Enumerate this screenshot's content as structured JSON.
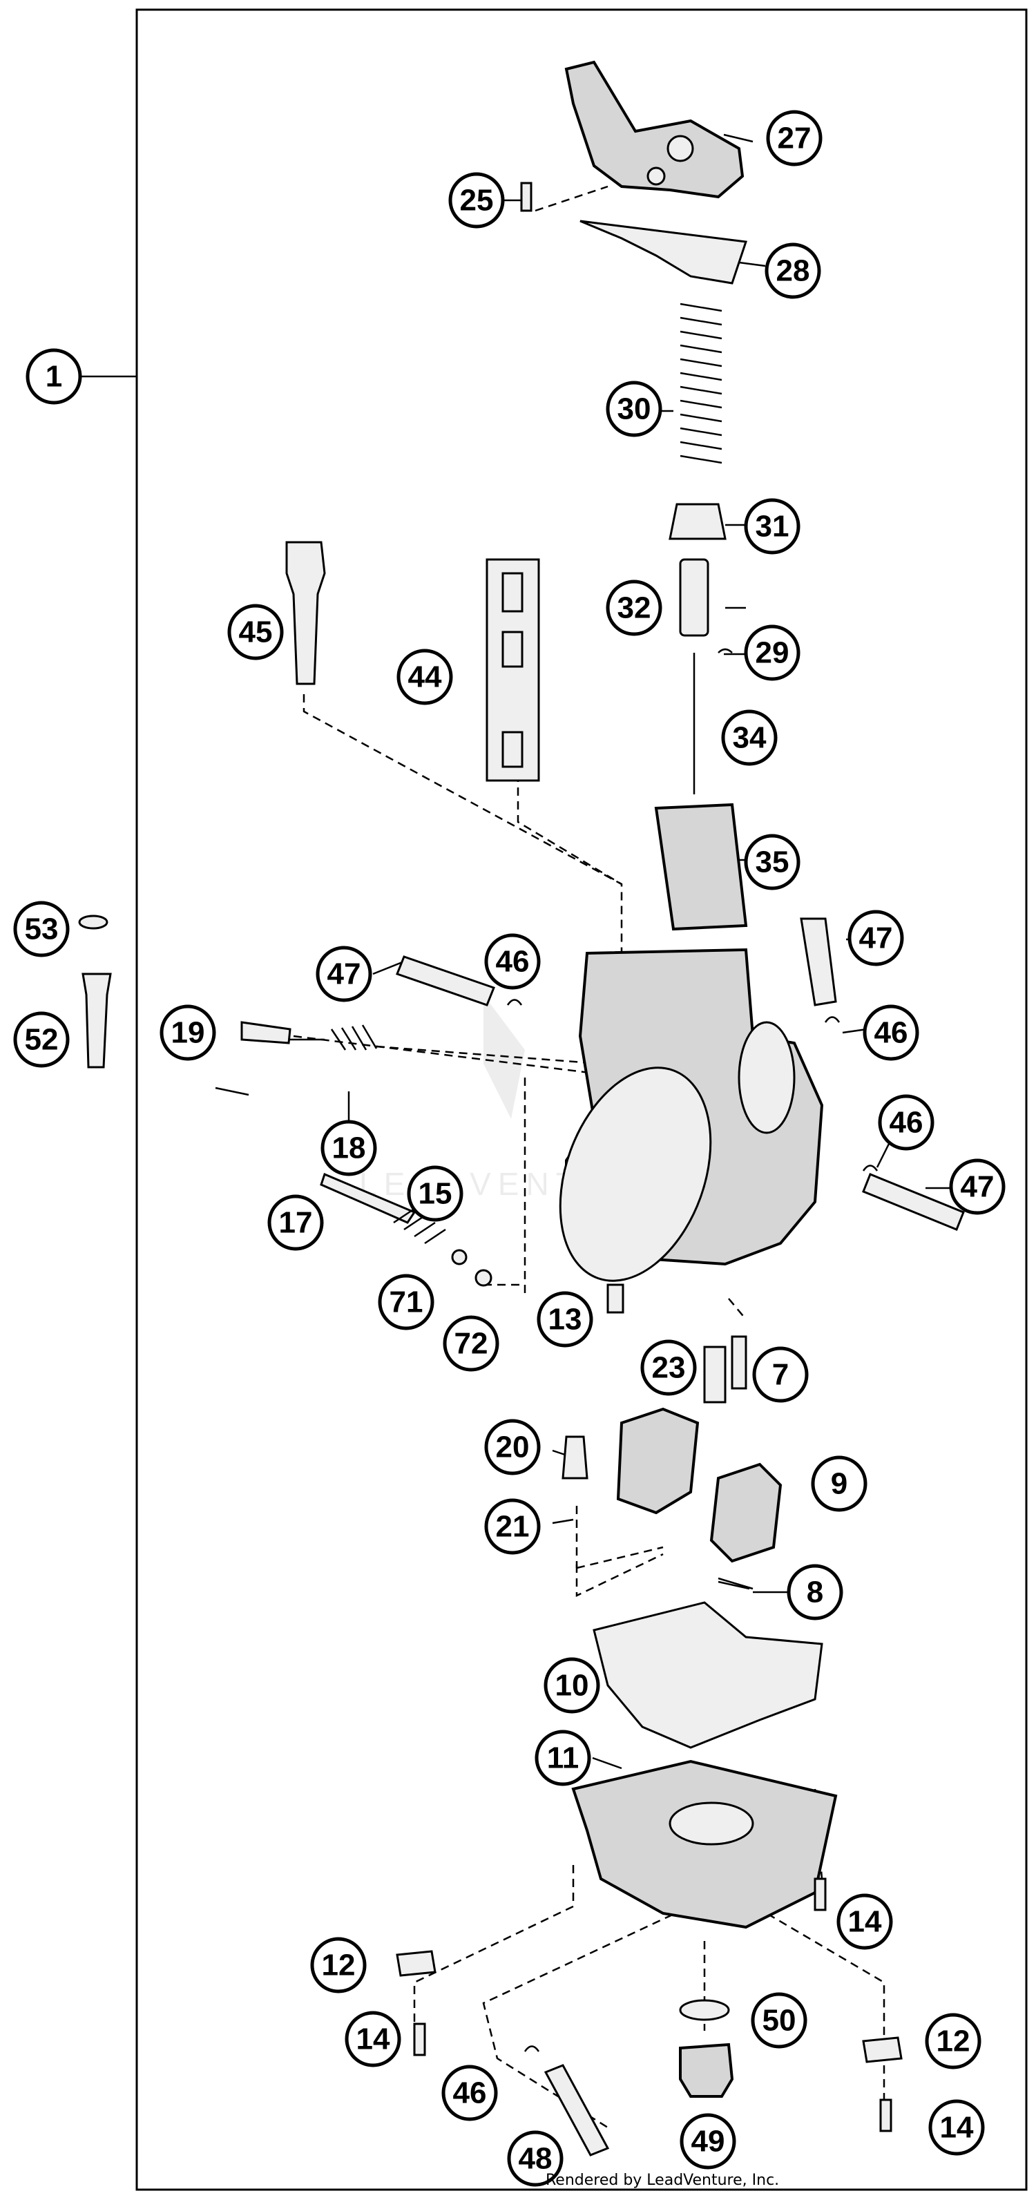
{
  "credit": "Rendered by LeadVenture, Inc.",
  "watermark": "LEADVENTURE",
  "callouts": [
    {
      "id": "1",
      "label": "1"
    },
    {
      "id": "53",
      "label": "53"
    },
    {
      "id": "52",
      "label": "52"
    },
    {
      "id": "25",
      "label": "25"
    },
    {
      "id": "27",
      "label": "27"
    },
    {
      "id": "28",
      "label": "28"
    },
    {
      "id": "30",
      "label": "30"
    },
    {
      "id": "31",
      "label": "31"
    },
    {
      "id": "32",
      "label": "32"
    },
    {
      "id": "29",
      "label": "29"
    },
    {
      "id": "34",
      "label": "34"
    },
    {
      "id": "45",
      "label": "45"
    },
    {
      "id": "44",
      "label": "44"
    },
    {
      "id": "35",
      "label": "35"
    },
    {
      "id": "47a",
      "label": "47"
    },
    {
      "id": "46a",
      "label": "46"
    },
    {
      "id": "47b",
      "label": "47"
    },
    {
      "id": "46b",
      "label": "46"
    },
    {
      "id": "19",
      "label": "19"
    },
    {
      "id": "18",
      "label": "18"
    },
    {
      "id": "46c",
      "label": "46"
    },
    {
      "id": "47c",
      "label": "47"
    },
    {
      "id": "17",
      "label": "17"
    },
    {
      "id": "15",
      "label": "15"
    },
    {
      "id": "71",
      "label": "71"
    },
    {
      "id": "72",
      "label": "72"
    },
    {
      "id": "13",
      "label": "13"
    },
    {
      "id": "23",
      "label": "23"
    },
    {
      "id": "7",
      "label": "7"
    },
    {
      "id": "20",
      "label": "20"
    },
    {
      "id": "9",
      "label": "9"
    },
    {
      "id": "21",
      "label": "21"
    },
    {
      "id": "8",
      "label": "8"
    },
    {
      "id": "10",
      "label": "10"
    },
    {
      "id": "11",
      "label": "11"
    },
    {
      "id": "14a",
      "label": "14"
    },
    {
      "id": "12a",
      "label": "12"
    },
    {
      "id": "14b",
      "label": "14"
    },
    {
      "id": "50",
      "label": "50"
    },
    {
      "id": "12b",
      "label": "12"
    },
    {
      "id": "46d",
      "label": "46"
    },
    {
      "id": "49",
      "label": "49"
    },
    {
      "id": "48",
      "label": "48"
    },
    {
      "id": "14c",
      "label": "14"
    }
  ]
}
